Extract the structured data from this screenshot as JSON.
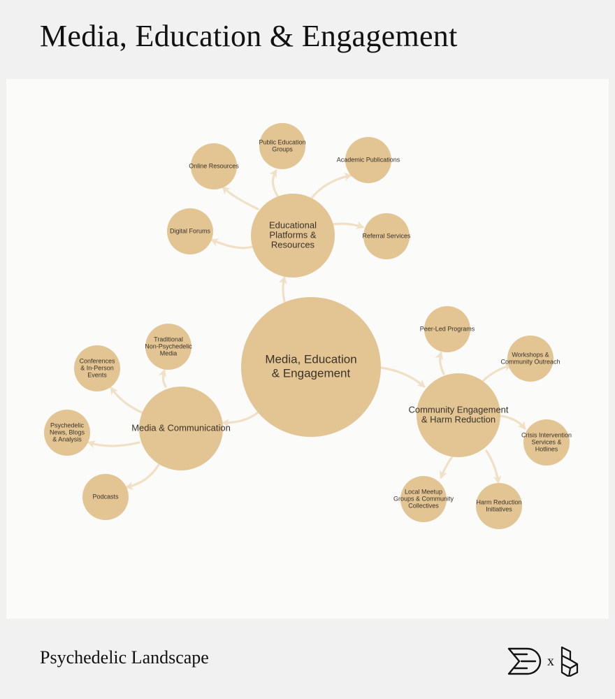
{
  "title": "Media, Education & Engagement",
  "footer": {
    "label": "Psychedelic Landscape",
    "separator": "x"
  },
  "colors": {
    "node": "#e3c594",
    "edge": "#f0e1c6",
    "panel": "#fbfbf9",
    "background": "#f1f1f1"
  },
  "logos": [
    "leaf-brand-logo",
    "stacked-blocks-logo"
  ],
  "diagram": {
    "center": {
      "label": [
        "Media, Education",
        "& Engagement"
      ]
    },
    "hubs": [
      {
        "id": "edu",
        "label": [
          "Educational",
          "Platforms &",
          "Resources"
        ],
        "children": [
          {
            "label": [
              "Online Resources"
            ]
          },
          {
            "label": [
              "Public Education",
              "Groups"
            ]
          },
          {
            "label": [
              "Academic Publications"
            ]
          },
          {
            "label": [
              "Digital Forums"
            ]
          },
          {
            "label": [
              "Referral Services"
            ]
          }
        ]
      },
      {
        "id": "media",
        "label": [
          "Media & Communication"
        ],
        "children": [
          {
            "label": [
              "Traditional",
              "Non-Psychedelic",
              "Media"
            ]
          },
          {
            "label": [
              "Conferences",
              "& In-Person",
              "Events"
            ]
          },
          {
            "label": [
              "Psychedelic",
              "News, Blogs",
              "& Analysis"
            ]
          },
          {
            "label": [
              "Podcasts"
            ]
          }
        ]
      },
      {
        "id": "comm",
        "label": [
          "Community Engagement",
          "& Harm Reduction"
        ],
        "children": [
          {
            "label": [
              "Peer-Led Programs"
            ]
          },
          {
            "label": [
              "Workshops &",
              "Community Outreach"
            ]
          },
          {
            "label": [
              "Crisis Intervention",
              "Services &",
              "Hotlines"
            ]
          },
          {
            "label": [
              "Harm Reduction",
              "Initiatives"
            ]
          },
          {
            "label": [
              "Local Meetup",
              "Groups & Community",
              "Collectives"
            ]
          }
        ]
      }
    ]
  }
}
